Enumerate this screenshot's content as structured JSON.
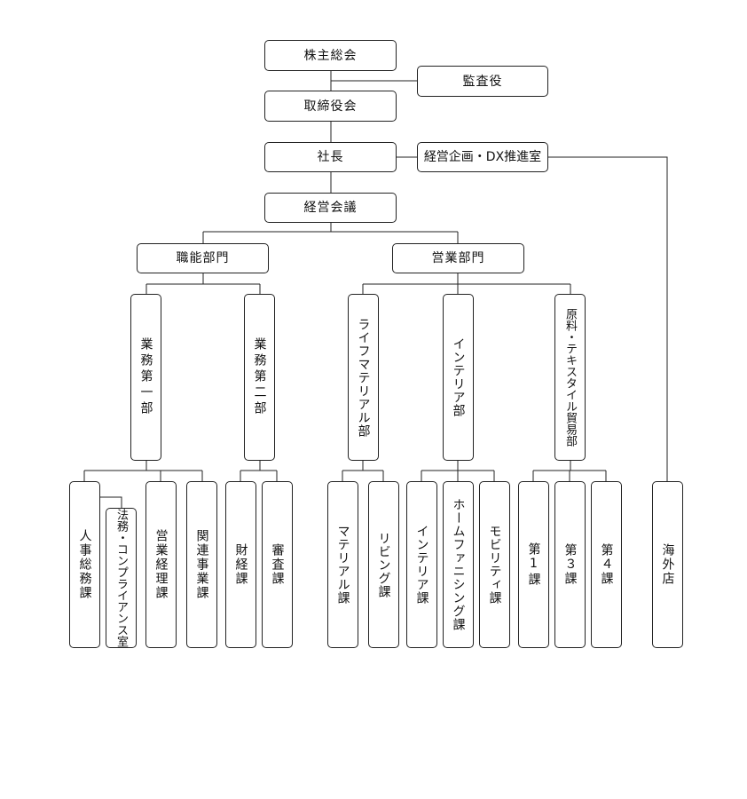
{
  "org": {
    "shareholders": "株主総会",
    "auditor": "監査役",
    "board": "取締役会",
    "president": "社長",
    "strategy": "経営企画・DX推進室",
    "mgmt_meeting": "経営会議",
    "functional_div": "職能部門",
    "sales_div": "営業部門",
    "biz1": "業務第一部",
    "biz2": "業務第二部",
    "lifestyle": "ライフマテリアル部",
    "interior_dept": "インテリア部",
    "raw_material": "原料・テキスタイル貿易部",
    "hr": "人事総務課",
    "legal": "法務・コンプライアンス室",
    "sales_mgmt": "営業経理課",
    "related": "関連事業課",
    "finance": "財経課",
    "review": "審査課",
    "material": "マテリアル課",
    "living": "リビング課",
    "interior_sec": "インテリア課",
    "home_fashion": "ホームファニシング課",
    "mobility": "モビリティ課",
    "sec1": "第1課",
    "sec3": "第３課",
    "sec4": "第４課",
    "overseas": "海外店"
  }
}
